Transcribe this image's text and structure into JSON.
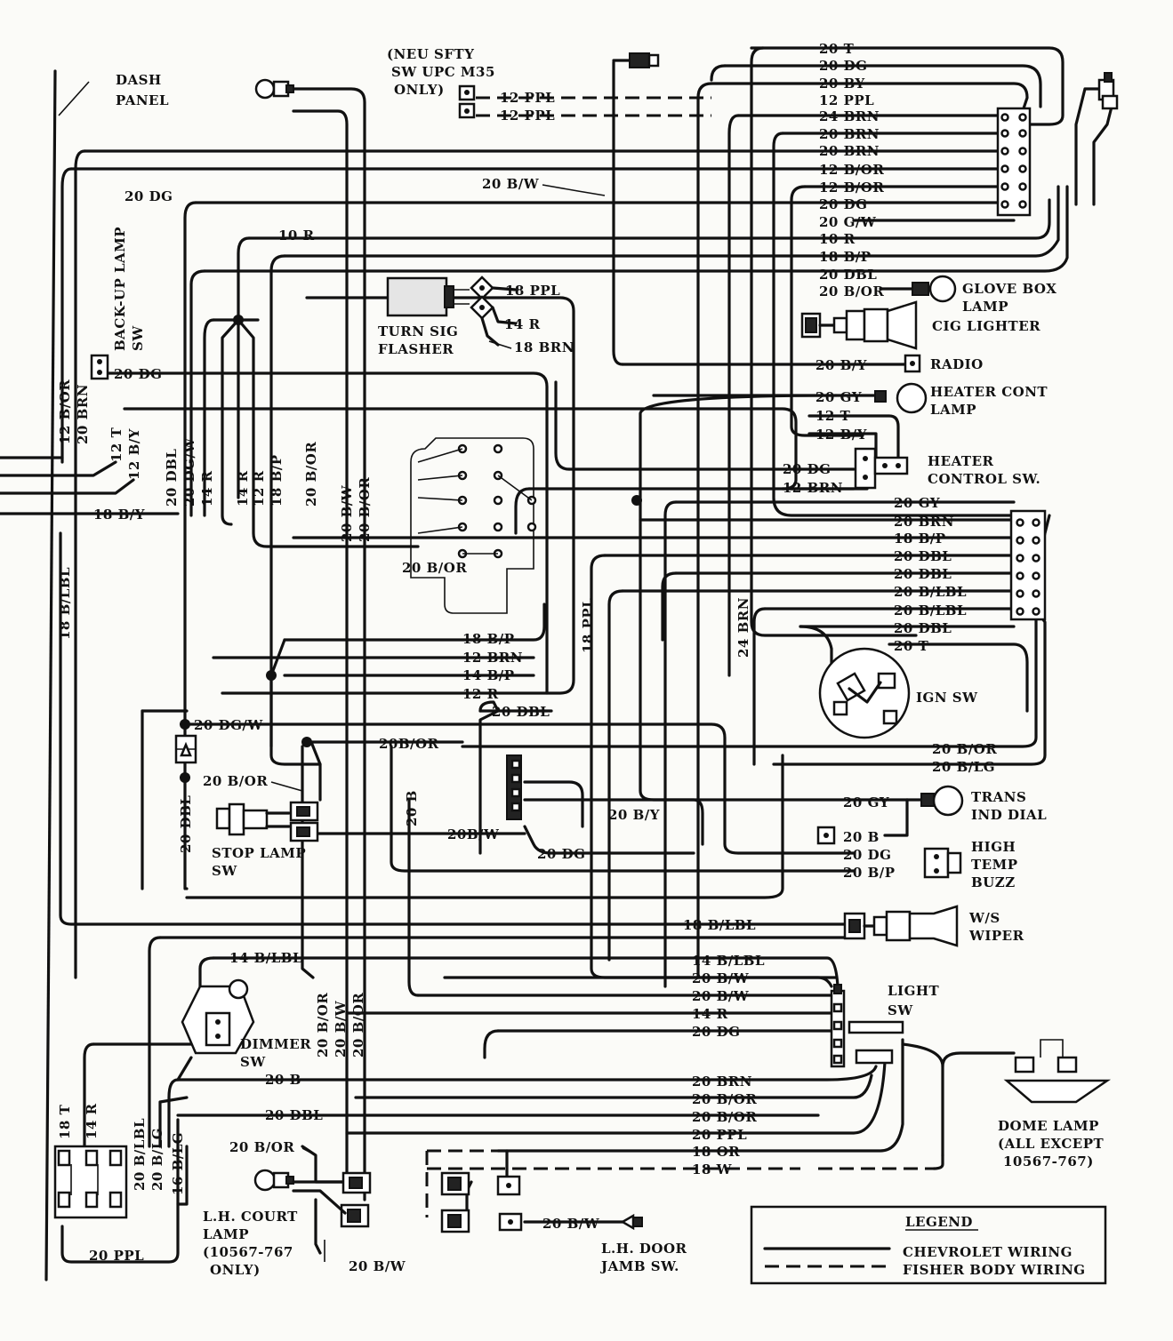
{
  "diagram_labels": {
    "dash_panel": [
      "DASH",
      "PANEL"
    ],
    "neutral_safety": [
      "(NEU SFTY",
      "SW UPC M35",
      "ONLY)"
    ],
    "back_up_lamp": [
      "BACK-UP LAMP",
      "SW"
    ],
    "turn_sig_flasher": [
      "TURN SIG",
      "FLASHER"
    ],
    "glove_box_lamp": [
      "GLOVE BOX",
      "LAMP"
    ],
    "cig_lighter": "CIG LIGHTER",
    "radio": "RADIO",
    "heater_cont_lamp": [
      "HEATER CONT",
      "LAMP"
    ],
    "heater_control_sw": [
      "HEATER",
      "CONTROL SW."
    ],
    "ign_sw": "IGN SW",
    "trans_ind_dial": [
      "TRANS",
      "IND DIAL"
    ],
    "high_temp_buzz": [
      "HIGH",
      "TEMP",
      "BUZZ"
    ],
    "ws_wiper": [
      "W/S",
      "WIPER"
    ],
    "light_sw": [
      "LIGHT",
      "SW"
    ],
    "dome_lamp": [
      "DOME LAMP",
      "(ALL EXCEPT",
      "10567-767)"
    ],
    "stop_lamp_sw": [
      "STOP LAMP",
      "SW"
    ],
    "dimmer_sw": [
      "DIMMER",
      "SW"
    ],
    "lh_court_lamp": [
      "L.H. COURT",
      "LAMP",
      "(10567-767",
      "ONLY)"
    ],
    "lh_door_jamb_sw": [
      "L.H. DOOR",
      "JAMB SW."
    ]
  },
  "wire_labels": {
    "top_right": [
      "20 T",
      "20 DG",
      "20 BY",
      "12 PPL",
      "24 BRN",
      "20 BRN",
      "20 BRN",
      "12 B/OR",
      "12 B/OR",
      "20 DG",
      "20 G/W",
      "10 R",
      "18 B/P",
      "20 DBL",
      "20 B/OR"
    ],
    "neutral_safety": [
      "12 PPL",
      "12 PPL"
    ],
    "right_column_2": [
      "20 B/Y",
      "20 GY",
      "12 T",
      "12 B/Y",
      "20 DG",
      "12 BRN"
    ],
    "right_column_3": [
      "20 GY",
      "20 BRN",
      "18 B/P",
      "20 DBL",
      "20 DBL",
      "20 B/LBL",
      "20 B/LBL",
      "20 DBL",
      "20 T"
    ],
    "ign": [
      "20 B/OR",
      "20 B/LG"
    ],
    "trans_temp": [
      "20 GY",
      "20 B",
      "20 DG",
      "20 B/P"
    ],
    "wiper": "18 B/LBL",
    "light_sw": [
      "14 B/LBL",
      "20 B/W",
      "20 B/W",
      "14 R",
      "20 DG"
    ],
    "bottom": [
      "20 BRN",
      "20 B/OR",
      "20 B/OR",
      "20 PPL",
      "18 OR",
      "18 W"
    ],
    "middle": [
      "20 B/W",
      "10 R",
      "18 PPL",
      "14 R",
      "18 BRN",
      "20 B/OR",
      "18 B/P",
      "12 BRN",
      "14 B/P",
      "12 R",
      "20 DBL",
      "18 PPL",
      "24 BRN",
      "20B/OR",
      "20 B",
      "20B/W",
      "20 DG",
      "20 B/Y"
    ],
    "left_vertical": [
      "12 B/OR",
      "20 BRN",
      "12 T",
      "12 B/Y",
      "18 B/LBL",
      "20 DBL",
      "20 DG/W",
      "14 R",
      "14 R",
      "12 R",
      "18 B/P",
      "20 B/OR",
      "20 B/W",
      "20 B/OR"
    ],
    "left_horizontal": [
      "20 DG",
      "20 DG",
      "18 B/Y",
      "20 DG/W",
      "20 B/OR",
      "20 DBL"
    ],
    "lower_left": [
      "14 B/LBL",
      "20 B",
      "20 DBL",
      "20 B/OR",
      "20 PPL",
      "20 B/W",
      "20 B/W"
    ],
    "lower_vertical": [
      "20 B/OR",
      "20 B/W",
      "20 B/OR",
      "18 T",
      "14 R",
      "20 B/LBL",
      "20 B/LG",
      "16 B/LG"
    ]
  },
  "legend": {
    "title": "LEGEND",
    "items": [
      "CHEVROLET WIRING",
      "FISHER BODY WIRING"
    ]
  }
}
